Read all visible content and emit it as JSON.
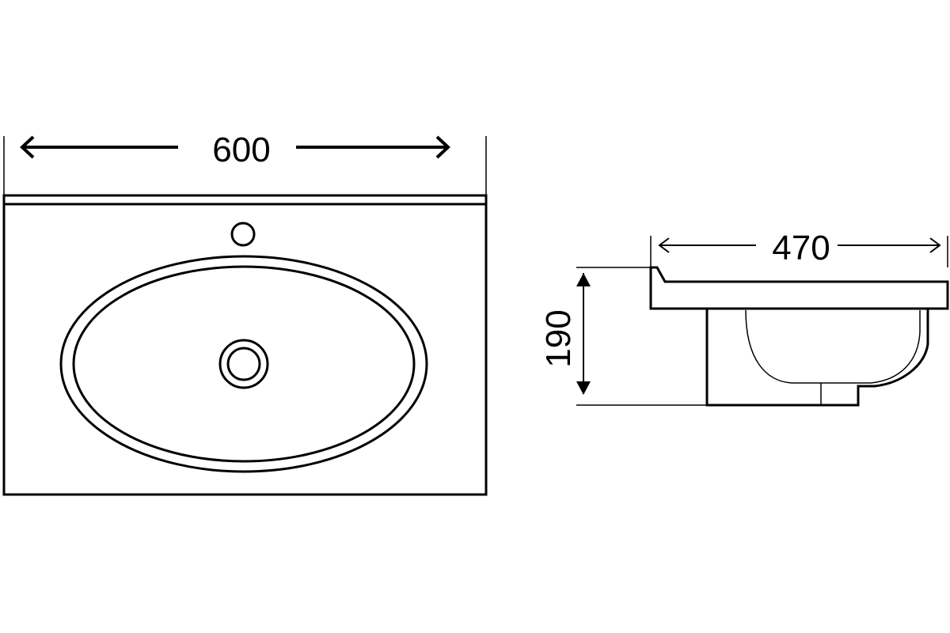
{
  "diagram": {
    "dimensions": {
      "width_label": "600",
      "depth_label": "470",
      "height_label": "190"
    },
    "colors": {
      "line": "#000000",
      "background": "#ffffff"
    }
  }
}
